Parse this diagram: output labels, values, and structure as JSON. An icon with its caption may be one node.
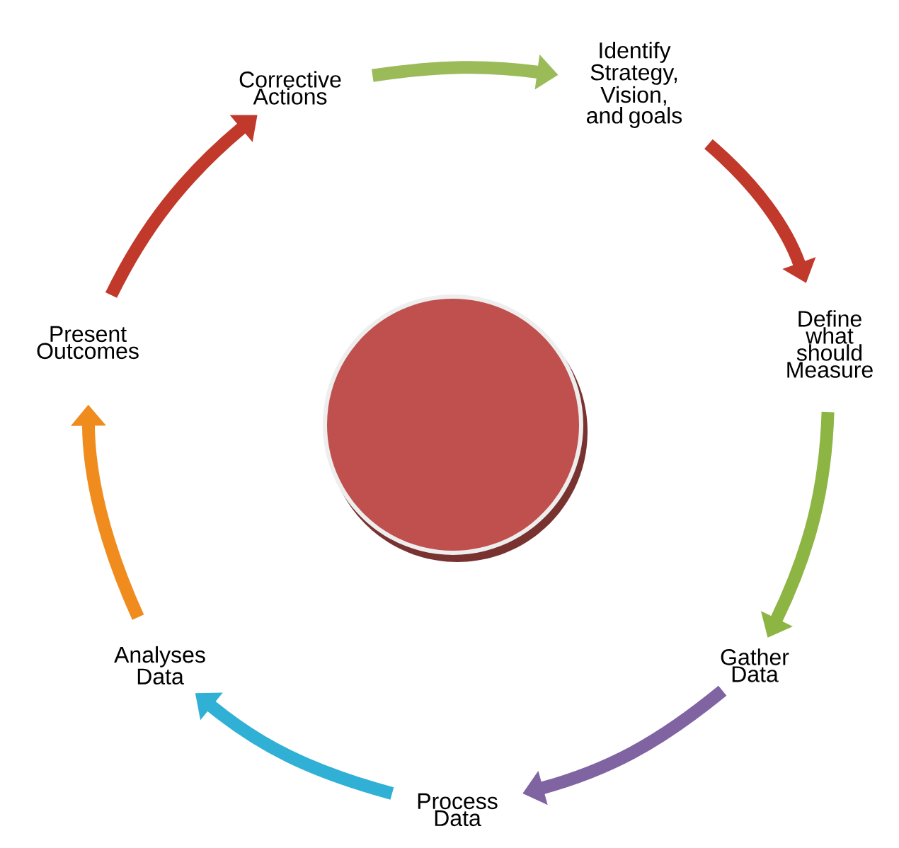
{
  "diagram": {
    "nodes": [
      {
        "text": [
          "Corrective Actions"
        ]
      },
      {
        "text": [
          "Identify Strategy, Vision, and goals"
        ]
      },
      {
        "text": [
          "Define what should Measure"
        ]
      },
      {
        "text": [
          "Gather Data"
        ]
      },
      {
        "text": [
          "Process Data"
        ]
      },
      {
        "text": [
          "Analyses Data"
        ]
      },
      {
        "text": [
          "Present Outcomes"
        ]
      },
      {
        "text": [],
        "shape": "circle"
      }
    ],
    "edges": [
      {
        "from": 0,
        "to": 1,
        "arrow": "to",
        "color": "#9bbb59"
      },
      {
        "from": 1,
        "to": 2,
        "arrow": "to",
        "color": "#c0392b"
      },
      {
        "from": 2,
        "to": 3,
        "arrow": "to",
        "color": "#8db543"
      },
      {
        "from": 3,
        "to": 4,
        "arrow": "to",
        "color": "#8064a2"
      },
      {
        "from": 4,
        "to": 5,
        "arrow": "to",
        "color": "#31b0d5"
      },
      {
        "from": 5,
        "to": 6,
        "arrow": "to",
        "color": "#f08c1e"
      },
      {
        "from": 6,
        "to": 0,
        "arrow": "to",
        "color": "#c0392b"
      }
    ]
  }
}
